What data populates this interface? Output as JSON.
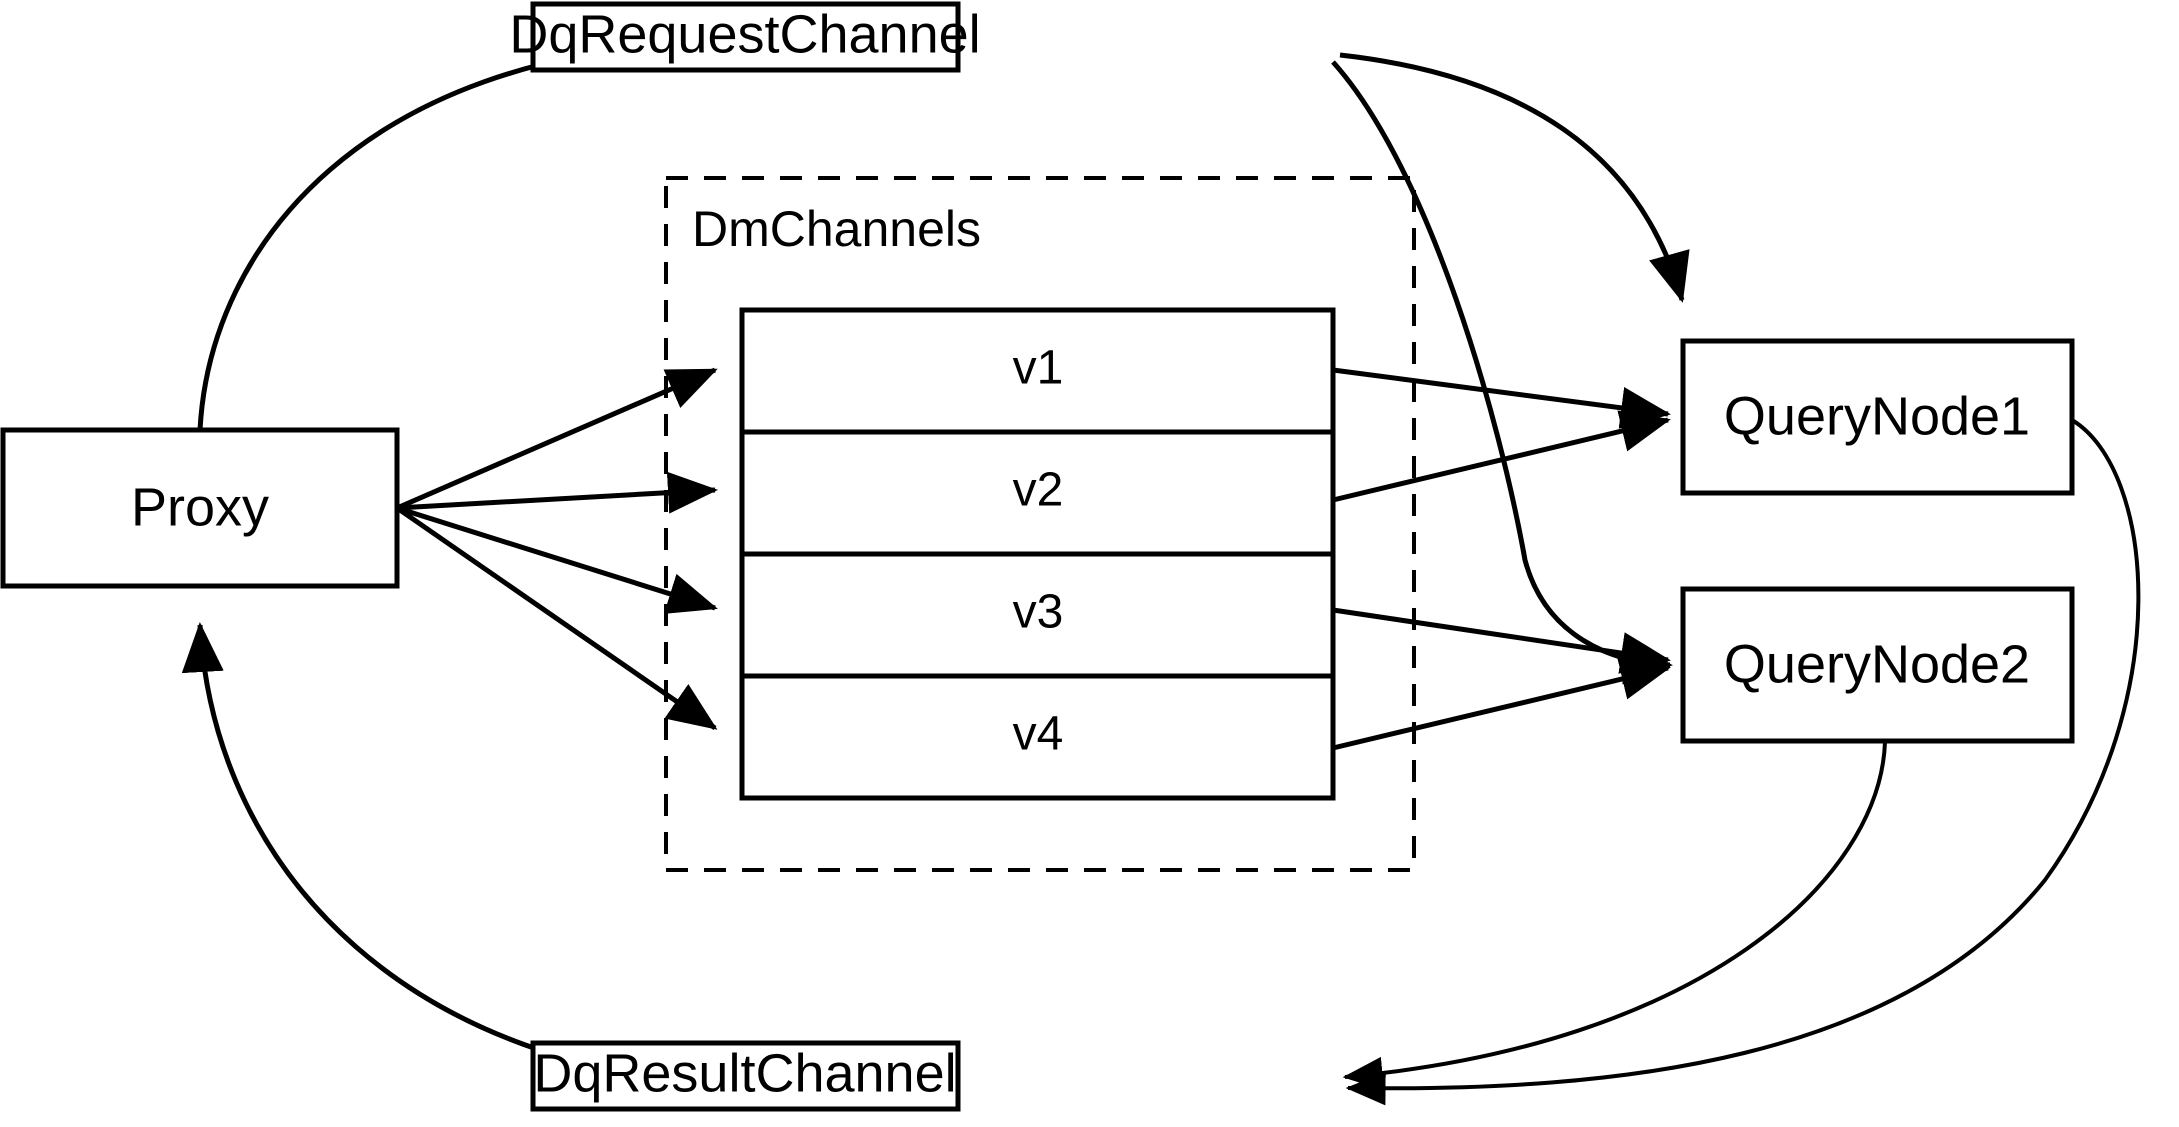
{
  "diagram": {
    "title": "Milvus distributed query channel flow",
    "background_color": "#ffffff",
    "stroke_color": "#000000",
    "fill_color": "#ffffff"
  },
  "nodes": {
    "proxy": {
      "label": "Proxy",
      "shape": "rectangle"
    },
    "dq_request_channel": {
      "label": "DqRequestChannel",
      "shape": "rectangle"
    },
    "dq_result_channel": {
      "label": "DqResultChannel",
      "shape": "rectangle"
    },
    "query_node_1": {
      "label": "QueryNode1",
      "shape": "rectangle"
    },
    "query_node_2": {
      "label": "QueryNode2",
      "shape": "rectangle"
    }
  },
  "group": {
    "label": "DmChannels",
    "border_style": "dashed",
    "rows": [
      {
        "label": "v1"
      },
      {
        "label": "v2"
      },
      {
        "label": "v3"
      },
      {
        "label": "v4"
      }
    ]
  },
  "edges": [
    {
      "from": "Proxy",
      "to": "DqRequestChannel",
      "style": "curved",
      "arrow": true
    },
    {
      "from": "Proxy",
      "to": "v1",
      "style": "straight",
      "arrow": true
    },
    {
      "from": "Proxy",
      "to": "v2",
      "style": "straight",
      "arrow": true
    },
    {
      "from": "Proxy",
      "to": "v3",
      "style": "straight",
      "arrow": true
    },
    {
      "from": "Proxy",
      "to": "v4",
      "style": "straight",
      "arrow": true
    },
    {
      "from": "DqRequestChannel",
      "to": "QueryNode1",
      "style": "curved",
      "arrow": true
    },
    {
      "from": "DqRequestChannel",
      "to": "QueryNode2",
      "style": "curved",
      "arrow": true
    },
    {
      "from": "v1",
      "to": "QueryNode1",
      "style": "straight",
      "arrow": true
    },
    {
      "from": "v2",
      "to": "QueryNode1",
      "style": "straight",
      "arrow": true
    },
    {
      "from": "v3",
      "to": "QueryNode2",
      "style": "straight",
      "arrow": true
    },
    {
      "from": "v4",
      "to": "QueryNode2",
      "style": "straight",
      "arrow": true
    },
    {
      "from": "QueryNode1",
      "to": "DqResultChannel",
      "style": "curved",
      "arrow": true
    },
    {
      "from": "QueryNode2",
      "to": "DqResultChannel",
      "style": "curved",
      "arrow": true
    },
    {
      "from": "DqResultChannel",
      "to": "Proxy",
      "style": "curved",
      "arrow": true
    }
  ]
}
